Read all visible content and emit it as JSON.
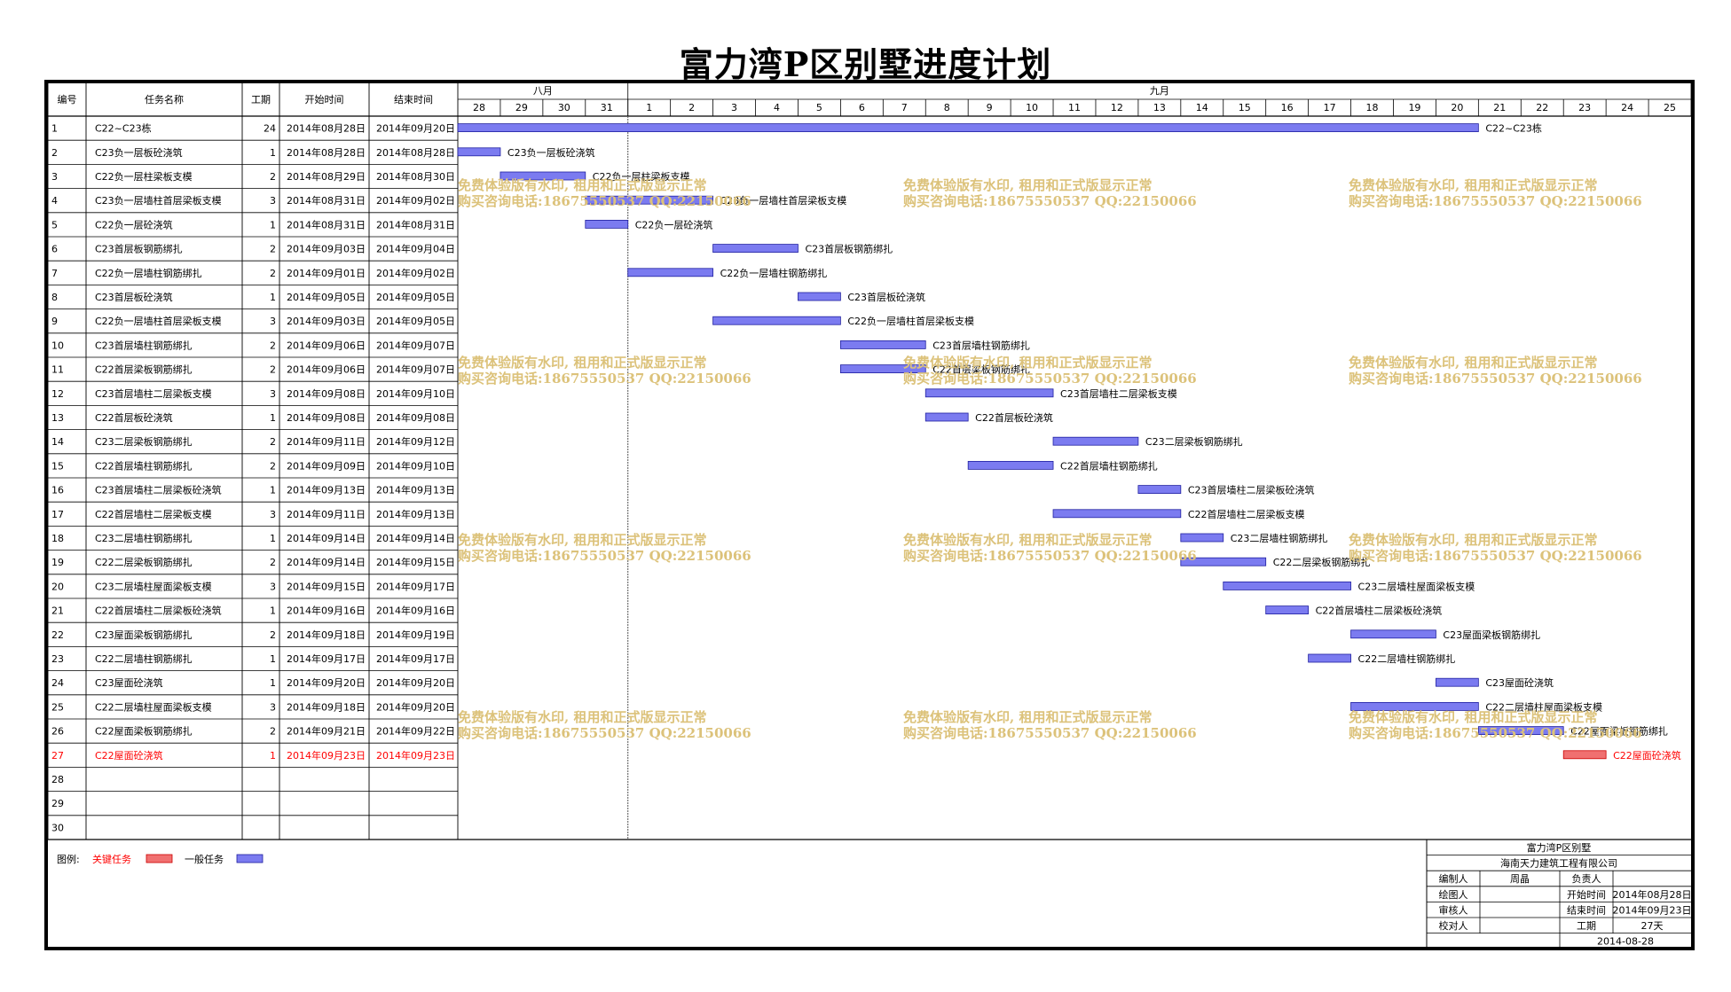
{
  "title": "富力湾P区别墅进度计划",
  "colors": {
    "normal_bar": "#7b7bf0",
    "critical_bar": "#f07070",
    "critical_text": "#ff0000",
    "watermark": "#dcc27a"
  },
  "table_headers": [
    "编号",
    "任务名称",
    "工期",
    "开始时间",
    "结束时间"
  ],
  "timeline": {
    "months": [
      {
        "label": "八月",
        "start_index": 0,
        "span": 4
      },
      {
        "label": "九月",
        "start_index": 4,
        "span": 25
      }
    ],
    "days": [
      "28",
      "29",
      "30",
      "31",
      "1",
      "2",
      "3",
      "4",
      "5",
      "6",
      "7",
      "8",
      "9",
      "10",
      "11",
      "12",
      "13",
      "14",
      "15",
      "16",
      "17",
      "18",
      "19",
      "20",
      "21",
      "22",
      "23",
      "24",
      "25"
    ]
  },
  "chart_data": {
    "type": "gantt",
    "title": "富力湾P区别墅进度计划",
    "x_start": "2014-08-28",
    "tasks": [
      {
        "id": "1",
        "name": "C22~C23栋",
        "duration": "24",
        "start": "2014年08月28日",
        "end": "2014年09月20日",
        "s": 0,
        "e": 24,
        "critical": false
      },
      {
        "id": "2",
        "name": "C23负一层板砼浇筑",
        "duration": "1",
        "start": "2014年08月28日",
        "end": "2014年08月28日",
        "s": 0,
        "e": 1,
        "critical": false
      },
      {
        "id": "3",
        "name": "C22负一层柱梁板支模",
        "duration": "2",
        "start": "2014年08月29日",
        "end": "2014年08月30日",
        "s": 1,
        "e": 3,
        "critical": false
      },
      {
        "id": "4",
        "name": "C23负一层墙柱首层梁板支模",
        "duration": "3",
        "start": "2014年08月31日",
        "end": "2014年09月02日",
        "s": 3,
        "e": 6,
        "critical": false
      },
      {
        "id": "5",
        "name": "C22负一层砼浇筑",
        "duration": "1",
        "start": "2014年08月31日",
        "end": "2014年08月31日",
        "s": 3,
        "e": 4,
        "critical": false
      },
      {
        "id": "6",
        "name": "C23首层板钢筋绑扎",
        "duration": "2",
        "start": "2014年09月03日",
        "end": "2014年09月04日",
        "s": 6,
        "e": 8,
        "critical": false
      },
      {
        "id": "7",
        "name": "C22负一层墙柱钢筋绑扎",
        "duration": "2",
        "start": "2014年09月01日",
        "end": "2014年09月02日",
        "s": 4,
        "e": 6,
        "critical": false
      },
      {
        "id": "8",
        "name": "C23首层板砼浇筑",
        "duration": "1",
        "start": "2014年09月05日",
        "end": "2014年09月05日",
        "s": 8,
        "e": 9,
        "critical": false
      },
      {
        "id": "9",
        "name": "C22负一层墙柱首层梁板支模",
        "duration": "3",
        "start": "2014年09月03日",
        "end": "2014年09月05日",
        "s": 6,
        "e": 9,
        "critical": false
      },
      {
        "id": "10",
        "name": "C23首层墙柱钢筋绑扎",
        "duration": "2",
        "start": "2014年09月06日",
        "end": "2014年09月07日",
        "s": 9,
        "e": 11,
        "critical": false
      },
      {
        "id": "11",
        "name": "C22首层梁板钢筋绑扎",
        "duration": "2",
        "start": "2014年09月06日",
        "end": "2014年09月07日",
        "s": 9,
        "e": 11,
        "critical": false
      },
      {
        "id": "12",
        "name": "C23首层墙柱二层梁板支模",
        "duration": "3",
        "start": "2014年09月08日",
        "end": "2014年09月10日",
        "s": 11,
        "e": 14,
        "critical": false
      },
      {
        "id": "13",
        "name": "C22首层板砼浇筑",
        "duration": "1",
        "start": "2014年09月08日",
        "end": "2014年09月08日",
        "s": 11,
        "e": 12,
        "critical": false
      },
      {
        "id": "14",
        "name": "C23二层梁板钢筋绑扎",
        "duration": "2",
        "start": "2014年09月11日",
        "end": "2014年09月12日",
        "s": 14,
        "e": 16,
        "critical": false
      },
      {
        "id": "15",
        "name": "C22首层墙柱钢筋绑扎",
        "duration": "2",
        "start": "2014年09月09日",
        "end": "2014年09月10日",
        "s": 12,
        "e": 14,
        "critical": false
      },
      {
        "id": "16",
        "name": "C23首层墙柱二层梁板砼浇筑",
        "duration": "1",
        "start": "2014年09月13日",
        "end": "2014年09月13日",
        "s": 16,
        "e": 17,
        "critical": false
      },
      {
        "id": "17",
        "name": "C22首层墙柱二层梁板支模",
        "duration": "3",
        "start": "2014年09月11日",
        "end": "2014年09月13日",
        "s": 14,
        "e": 17,
        "critical": false
      },
      {
        "id": "18",
        "name": "C23二层墙柱钢筋绑扎",
        "duration": "1",
        "start": "2014年09月14日",
        "end": "2014年09月14日",
        "s": 17,
        "e": 18,
        "critical": false
      },
      {
        "id": "19",
        "name": "C22二层梁板钢筋绑扎",
        "duration": "2",
        "start": "2014年09月14日",
        "end": "2014年09月15日",
        "s": 17,
        "e": 19,
        "critical": false
      },
      {
        "id": "20",
        "name": "C23二层墙柱屋面梁板支模",
        "duration": "3",
        "start": "2014年09月15日",
        "end": "2014年09月17日",
        "s": 18,
        "e": 21,
        "critical": false
      },
      {
        "id": "21",
        "name": "C22首层墙柱二层梁板砼浇筑",
        "duration": "1",
        "start": "2014年09月16日",
        "end": "2014年09月16日",
        "s": 19,
        "e": 20,
        "critical": false
      },
      {
        "id": "22",
        "name": "C23屋面梁板钢筋绑扎",
        "duration": "2",
        "start": "2014年09月18日",
        "end": "2014年09月19日",
        "s": 21,
        "e": 23,
        "critical": false
      },
      {
        "id": "23",
        "name": "C22二层墙柱钢筋绑扎",
        "duration": "1",
        "start": "2014年09月17日",
        "end": "2014年09月17日",
        "s": 20,
        "e": 21,
        "critical": false
      },
      {
        "id": "24",
        "name": "C23屋面砼浇筑",
        "duration": "1",
        "start": "2014年09月20日",
        "end": "2014年09月20日",
        "s": 23,
        "e": 24,
        "critical": false
      },
      {
        "id": "25",
        "name": "C22二层墙柱屋面梁板支模",
        "duration": "3",
        "start": "2014年09月18日",
        "end": "2014年09月20日",
        "s": 21,
        "e": 24,
        "critical": false
      },
      {
        "id": "26",
        "name": "C22屋面梁板钢筋绑扎",
        "duration": "2",
        "start": "2014年09月21日",
        "end": "2014年09月22日",
        "s": 24,
        "e": 26,
        "critical": false
      },
      {
        "id": "27",
        "name": "C22屋面砼浇筑",
        "duration": "1",
        "start": "2014年09月23日",
        "end": "2014年09月23日",
        "s": 26,
        "e": 27,
        "critical": true
      }
    ]
  },
  "empty_rows": [
    "28",
    "29",
    "30"
  ],
  "legend": {
    "label": "图例:",
    "critical": "关键任务",
    "normal": "一般任务"
  },
  "info": {
    "project": "富力湾P区别墅",
    "company": "海南天力建筑工程有限公司",
    "editor_label": "编制人",
    "editor": "周晶",
    "owner_label": "负责人",
    "drawer_label": "绘图人",
    "start_label": "开始时间",
    "start": "2014年08月28日",
    "reviewer_label": "审核人",
    "end_label": "结束时间",
    "end": "2014年09月23日",
    "checker_label": "校对人",
    "duration_label": "工期",
    "duration": "27天",
    "date": "2014-08-28"
  },
  "watermark": {
    "line1": "免费体验版有水印, 租用和正式版显示正常",
    "line2": "购买咨询电话:18675550537 QQ:22150066"
  }
}
